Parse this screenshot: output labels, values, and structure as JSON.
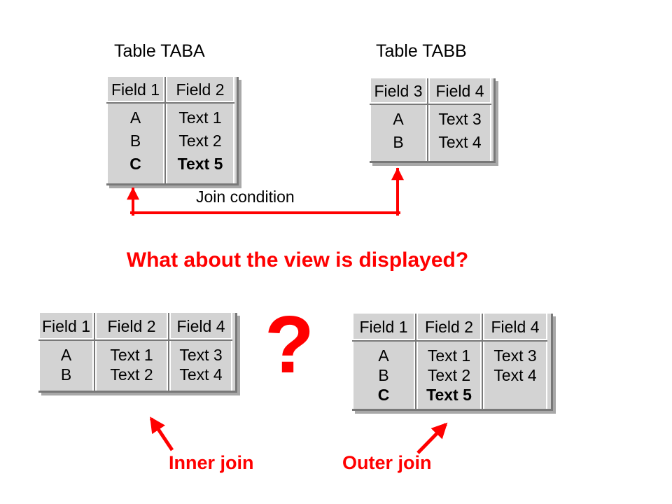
{
  "colors": {
    "red": "#ff0000",
    "table_bg": "#d3d3d3",
    "table_border": "#787878",
    "table_shadow": "#a8a8a8"
  },
  "source_tables": {
    "taba": {
      "title": "Table TABA",
      "headers": [
        "Field 1",
        "Field 2"
      ],
      "col1": [
        "A",
        "B",
        "C"
      ],
      "col2": [
        "Text 1",
        "Text 2",
        "Text 5"
      ]
    },
    "tabb": {
      "title": "Table TABB",
      "headers": [
        "Field 3",
        "Field 4"
      ],
      "col1": [
        "A",
        "B"
      ],
      "col2": [
        "Text 3",
        "Text 4"
      ]
    }
  },
  "join_condition_label": "Join condition",
  "question_heading": "What about the view is displayed?",
  "question_mark": "?",
  "result_tables": {
    "inner": {
      "label": "Inner join",
      "headers": [
        "Field 1",
        "Field 2",
        "Field 4"
      ],
      "col1": [
        "A",
        "B"
      ],
      "col2": [
        "Text 1",
        "Text 2"
      ],
      "col3": [
        "Text 3",
        "Text 4"
      ]
    },
    "outer": {
      "label": "Outer join",
      "headers": [
        "Field 1",
        "Field 2",
        "Field 4"
      ],
      "col1": [
        "A",
        "B",
        "C"
      ],
      "col2": [
        "Text 1",
        "Text 2",
        "Text 5"
      ],
      "col3": [
        "Text 3",
        "Text 4"
      ]
    }
  }
}
